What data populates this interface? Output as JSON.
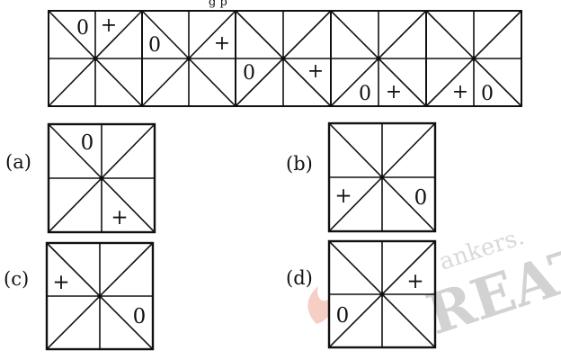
{
  "header_fragment": "g          p",
  "question_series": [
    {
      "zero": "0",
      "plus": "+"
    },
    {
      "zero": "0",
      "plus": "+"
    },
    {
      "zero": "0",
      "plus": "+"
    },
    {
      "zero": "0",
      "plus": "+"
    },
    {
      "zero": "0",
      "plus": "+"
    }
  ],
  "options": [
    {
      "label": "(a)",
      "zero": "0",
      "plus": "+"
    },
    {
      "label": "(b)",
      "zero": "0",
      "plus": "+"
    },
    {
      "label": "(c)",
      "zero": "0",
      "plus": "+"
    },
    {
      "label": "(d)",
      "zero": "0",
      "plus": "+"
    }
  ],
  "watermark": {
    "small": "ankers.",
    "large": "REAT"
  },
  "colors": {
    "line": "#111111",
    "watermark_red": "#f2b8a8",
    "watermark_gray": "#d6d6d6"
  }
}
